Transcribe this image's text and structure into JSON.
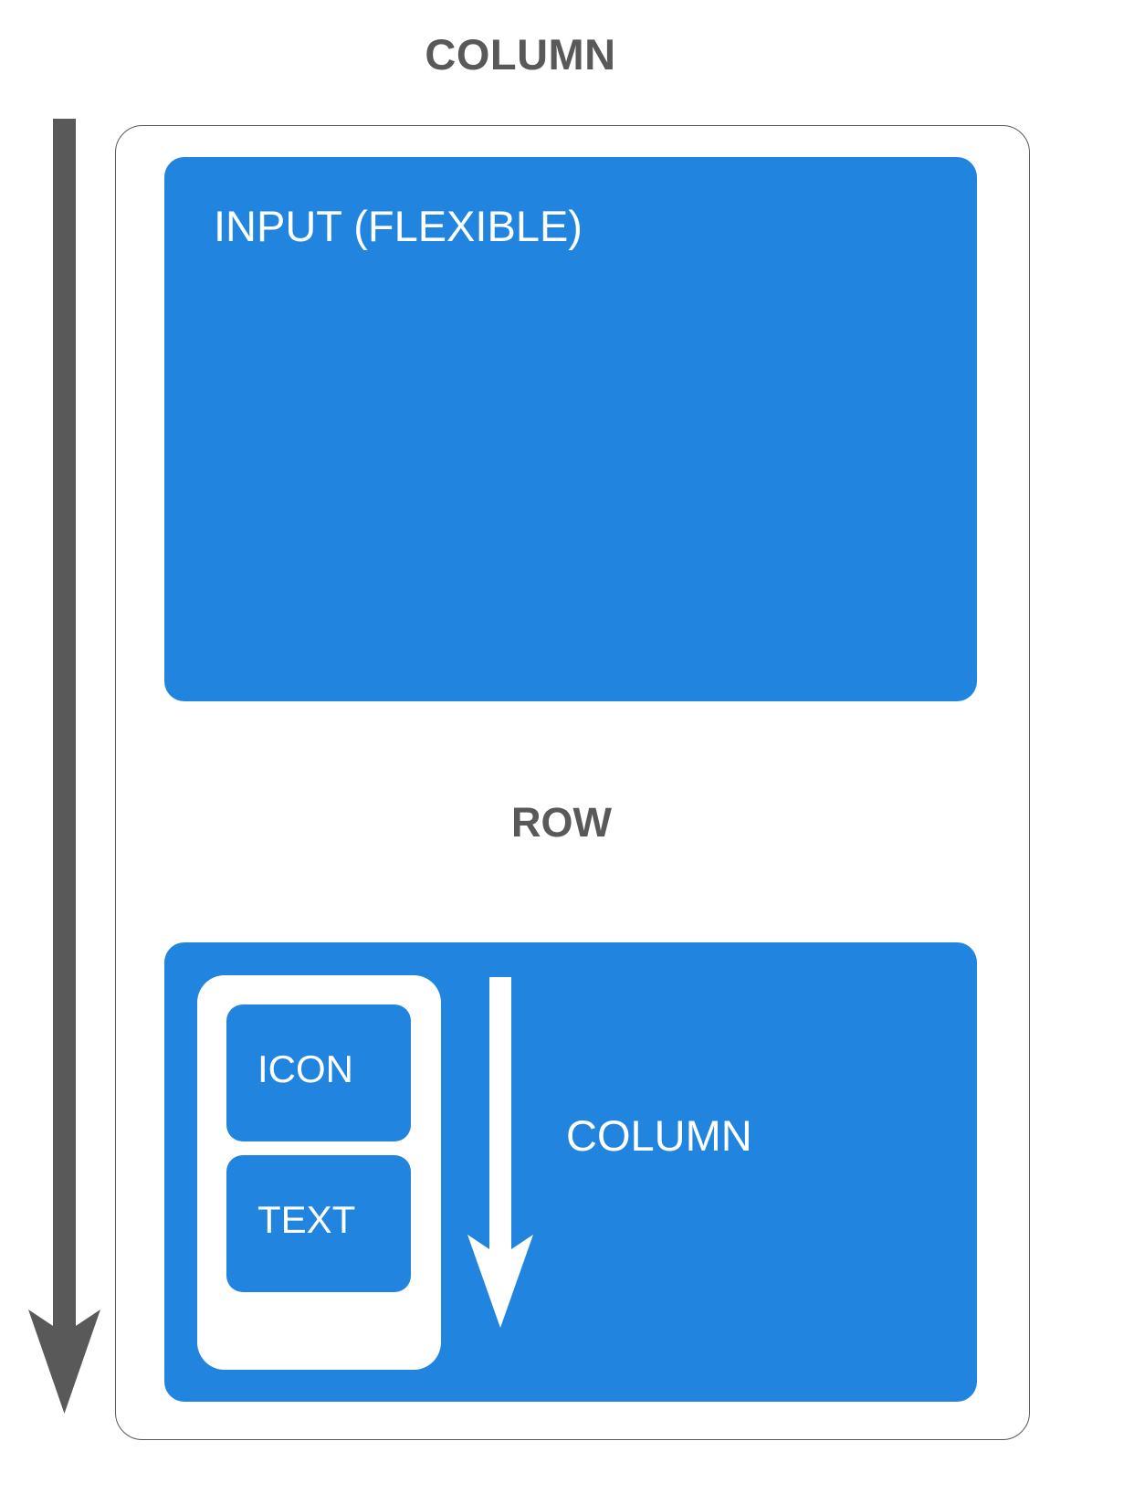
{
  "diagram": {
    "title": "COLUMN",
    "outer_container_name": "column-container"
  },
  "colors": {
    "accent_blue": "#2185e0",
    "arrow_gray": "#595959",
    "text_white": "#ffffff",
    "background": "#ffffff"
  },
  "arrows": {
    "main_column_arrow": {
      "label": "COLUMN",
      "direction": "down",
      "color": "#595959"
    },
    "row_arrow": {
      "label": "ROW",
      "direction": "right",
      "color": "#595959"
    },
    "nested_column_arrow": {
      "label": "COLUMN",
      "direction": "down",
      "color": "#ffffff"
    }
  },
  "panels": {
    "input": {
      "label": "INPUT (FLEXIBLE)"
    },
    "row": {
      "nested_label": "COLUMN",
      "chips": [
        {
          "label": "ICON"
        },
        {
          "label": "TEXT"
        }
      ]
    }
  },
  "labels": {
    "row_axis": "ROW"
  }
}
